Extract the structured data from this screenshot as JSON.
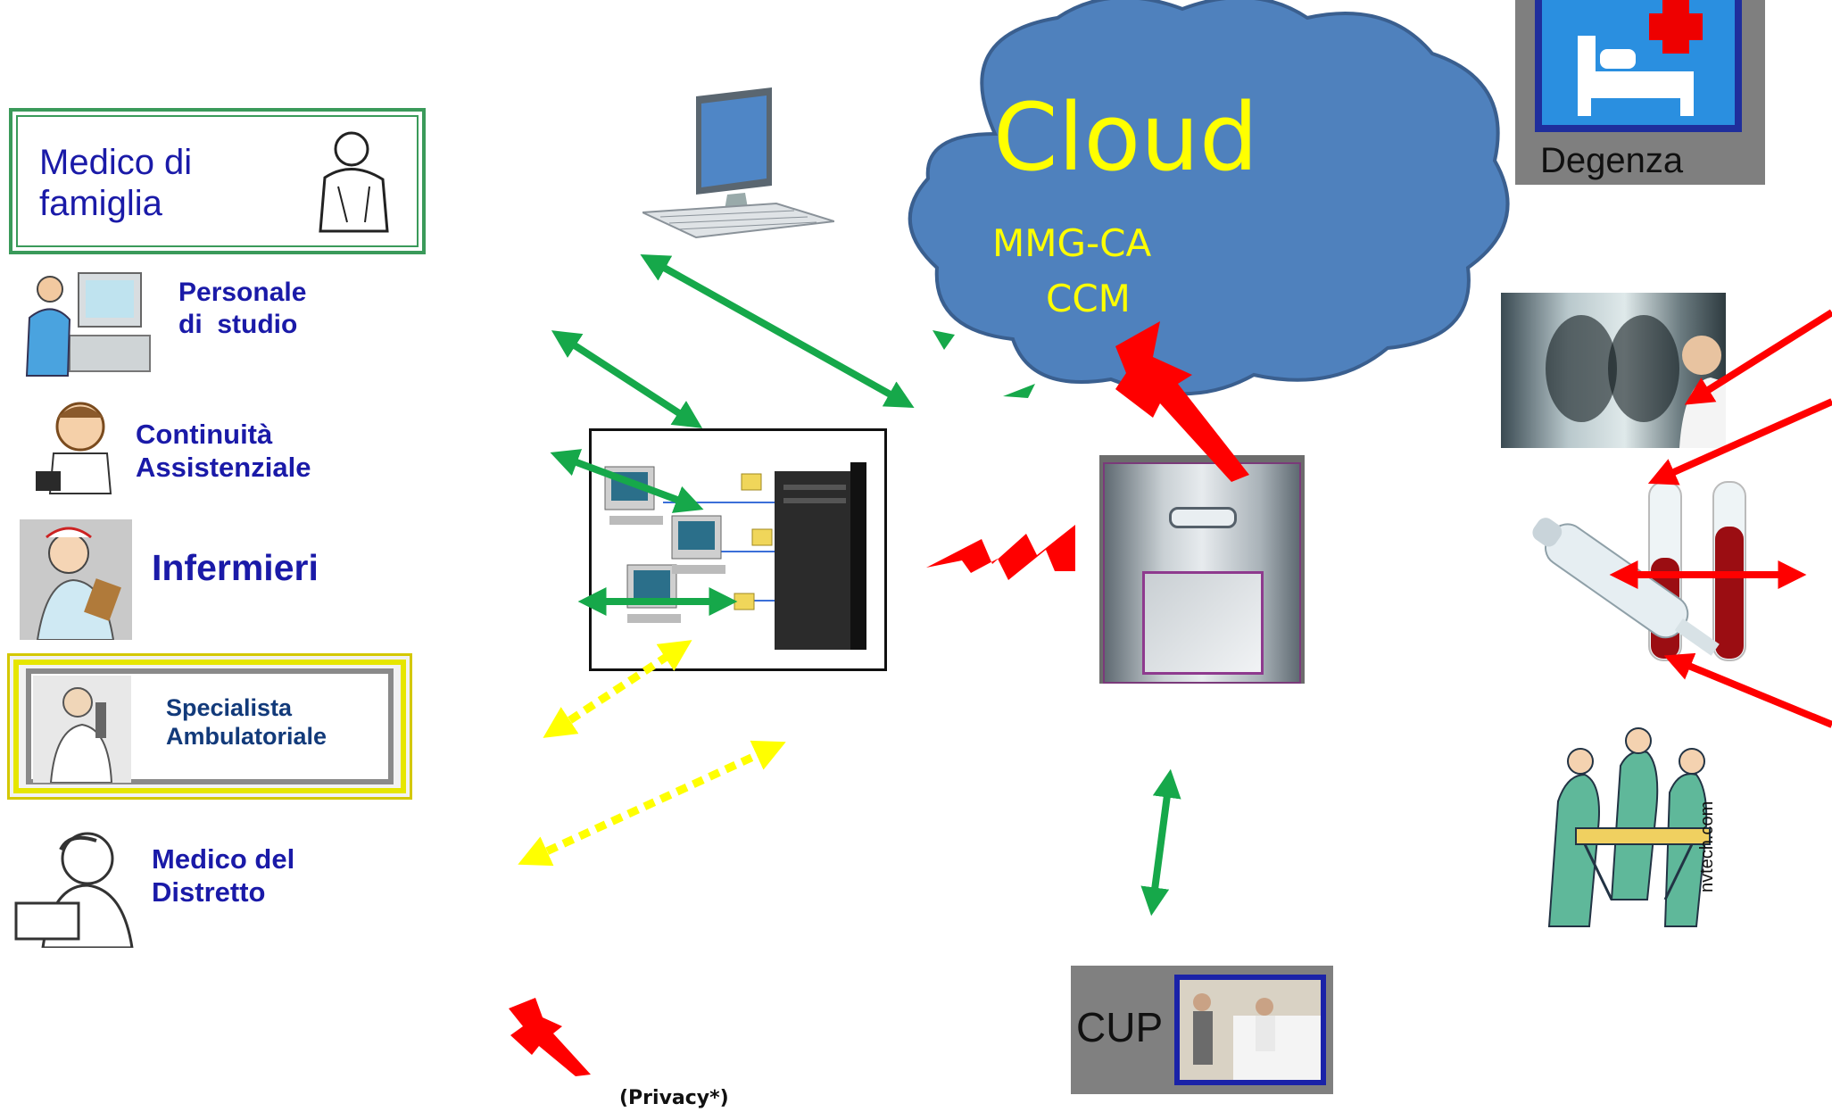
{
  "cloud": {
    "title": "Cloud",
    "line1": "MMG-CA",
    "line2": "CCM"
  },
  "roles": {
    "medico_famiglia": "Medico di famiglia",
    "personale_studio_1": "Personale",
    "personale_studio_2": "di  studio",
    "continuita_1": "Continuità",
    "continuita_2": "Assistenziale",
    "infermieri": "Infermieri",
    "specialista_1": "Specialista",
    "specialista_2": "Ambulatoriale",
    "distretto_1": "Medico del",
    "distretto_2": "Distretto"
  },
  "facilities": {
    "degenza": "Degenza",
    "cup": "CUP",
    "watermark": "nvtech.com"
  },
  "footnote": "(Privacy*)",
  "colors": {
    "cloud": "#4f81bd",
    "cloud_text": "#ffff00",
    "green_arrow": "#16a84a",
    "red_arrow": "#ff0000",
    "yellow_arrow": "#ffff00",
    "label_blue": "#1a1aa8"
  }
}
